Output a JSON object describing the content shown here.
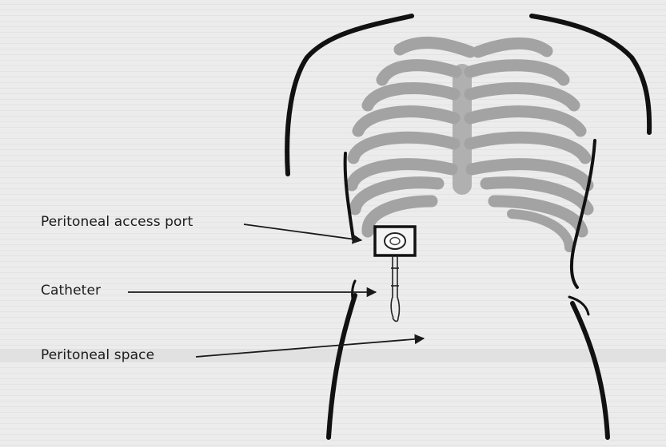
{
  "labels": {
    "access_port": "Peritoneal access port",
    "catheter": "Catheter",
    "peritoneal_space": "Peritoneal space"
  },
  "colors": {
    "background": "#ededed",
    "outline": "#111111",
    "ribs": "#a3a3a3",
    "text": "#1c1c1c"
  }
}
